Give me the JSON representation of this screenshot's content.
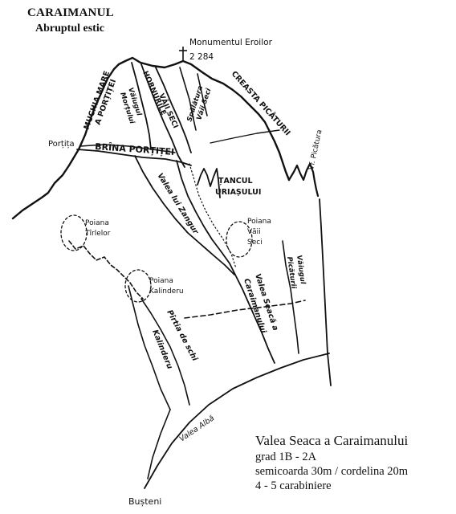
{
  "header": {
    "title": "CARAIMANUL",
    "subtitle": "Abruptul estic"
  },
  "summit": {
    "name": "Monumentul Eroilor",
    "elevation": "2 284"
  },
  "labels": {
    "muchia_1": "MUCHIA MARE",
    "muchia_2": "A PORȚIȚEI",
    "hornurile_1": "HORNURILE",
    "hornurile_2": "VĂII SECI",
    "vaiugul_1": "Văiugul",
    "vaiugul_2": "Morțului",
    "spalatura_1": "Spălătura",
    "spalatura_2": "Văii Seci",
    "creasta": "CREASTA PICĂTURII",
    "vf_picatura": "Vf. Picătura",
    "portita": "Porțița",
    "brana": "BRÎNA PORȚIȚEI",
    "tancul_1": "ȚANCUL",
    "tancul_2": "URIAȘULUI",
    "valea_zangur": "Valea lui Zangur",
    "poiana_vaii_1": "Poiana",
    "poiana_vaii_2": "Văii",
    "poiana_vaii_3": "Seci",
    "poiana_tirlelor_1": "Poiana",
    "poiana_tirlelor_2": "Tîrlelor",
    "poiana_kalinderu_1": "Poiana",
    "poiana_kalinderu_2": "Kalinderu",
    "vaiugul_picaturii_1": "Văiugul",
    "vaiugul_picaturii_2": "Picăturii",
    "valea_seaca_1": "Valea Seacă a",
    "valea_seaca_2": "Caraimanului",
    "pirtia": "Pîrtia de schi",
    "kalinderu": "Kalinderu",
    "valea_alba": "Valea Albă",
    "busteni": "Bușteni"
  },
  "info": {
    "route": "Valea Seaca a Caraimanului",
    "grade": "grad 1B - 2A",
    "rope": "semicoarda 30m / cordelina 20m",
    "carabiners": "4 - 5 carabiniere"
  }
}
